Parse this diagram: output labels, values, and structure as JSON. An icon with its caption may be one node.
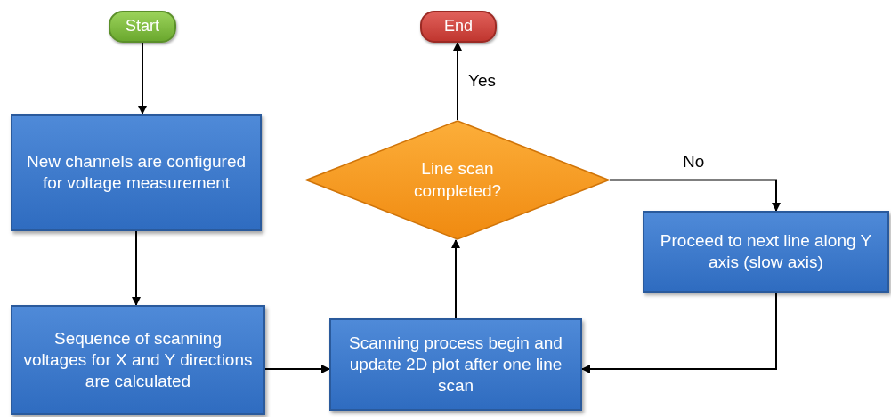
{
  "diagram": {
    "nodes": [
      {
        "text": [
          "Start"
        ]
      },
      {
        "text": [
          "New channels are configured for voltage measurement"
        ]
      },
      {
        "text": [
          "Sequence of scanning voltages for X and Y directions are calculated"
        ]
      },
      {
        "text": [
          "Scanning process begin and update 2D plot after one line scan"
        ]
      },
      {
        "text": [
          "Line scan completed?"
        ]
      },
      {
        "text": [
          "End"
        ]
      },
      {
        "text": [
          "Proceed to next line along Y axis (slow axis)"
        ]
      }
    ],
    "edges": [
      {
        "from": 0,
        "to": 1,
        "arrow": "to"
      },
      {
        "from": 1,
        "to": 2,
        "arrow": "to"
      },
      {
        "from": 2,
        "to": 3,
        "arrow": "to"
      },
      {
        "from": 3,
        "to": 4,
        "arrow": "to"
      },
      {
        "from": 4,
        "to": 5,
        "arrow": "to",
        "label": "Yes"
      },
      {
        "from": 4,
        "to": 6,
        "arrow": "to",
        "label": "No"
      },
      {
        "from": 6,
        "to": 3,
        "arrow": "to"
      }
    ]
  }
}
